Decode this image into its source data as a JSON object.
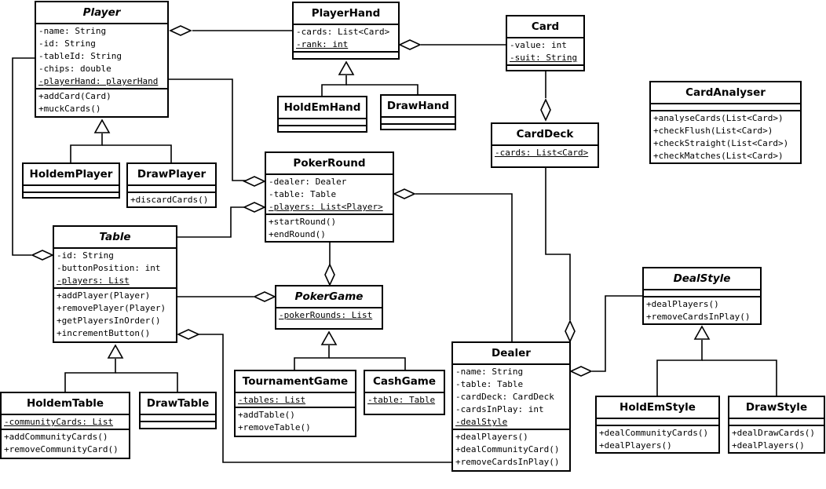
{
  "classes": {
    "player": {
      "name": "Player",
      "attrs": [
        "-name: String",
        "-id: String",
        "-tableId: String",
        "-chips: double",
        "-playerHand: playerHand"
      ],
      "ops": [
        "+addCard(Card)",
        "+muckCards()"
      ]
    },
    "playerhand": {
      "name": "PlayerHand",
      "attrs": [
        "-cards: List<Card>",
        "-rank: int"
      ],
      "ops": []
    },
    "card": {
      "name": "Card",
      "attrs": [
        "-value: int",
        "-suit: String"
      ],
      "ops": []
    },
    "cardanalyser": {
      "name": "CardAnalyser",
      "attrs": [],
      "ops": [
        "+analyseCards(List<Card>)",
        "+checkFlush(List<Card>)",
        "+checkStraight(List<Card>)",
        "+checkMatches(List<Card>)"
      ]
    },
    "holdemhand": {
      "name": "HoldEmHand",
      "attrs": [],
      "ops": []
    },
    "drawhand": {
      "name": "DrawHand",
      "attrs": [],
      "ops": []
    },
    "carddeck": {
      "name": "CardDeck",
      "attrs": [
        "-cards: List<Card>"
      ],
      "ops": []
    },
    "holdemplayer": {
      "name": "HoldemPlayer",
      "attrs": [],
      "ops": []
    },
    "drawplayer": {
      "name": "DrawPlayer",
      "attrs": [],
      "ops": [
        "+discardCards()"
      ]
    },
    "pokerround": {
      "name": "PokerRound",
      "attrs": [
        "-dealer: Dealer",
        "-table: Table",
        "-players: List<Player>"
      ],
      "ops": [
        "+startRound()",
        "+endRound()"
      ]
    },
    "table": {
      "name": "Table",
      "attrs": [
        "-id: String",
        "-buttonPosition: int",
        "-players: List"
      ],
      "ops": [
        "+addPlayer(Player)",
        "+removePlayer(Player)",
        "+getPlayersInOrder()",
        "+incrementButton()"
      ]
    },
    "pokergame": {
      "name": "PokerGame",
      "attrs": [
        "-pokerRounds: List"
      ],
      "ops": []
    },
    "dealstyle": {
      "name": "DealStyle",
      "attrs": [],
      "ops": [
        "+dealPlayers()",
        "+removeCardsInPlay()"
      ]
    },
    "tournamentgame": {
      "name": "TournamentGame",
      "attrs": [
        "-tables: List"
      ],
      "ops": [
        "+addTable()",
        "+removeTable()"
      ]
    },
    "cashgame": {
      "name": "CashGame",
      "attrs": [
        "-table: Table"
      ],
      "ops": []
    },
    "dealer": {
      "name": "Dealer",
      "attrs": [
        "-name: String",
        "-table: Table",
        "-cardDeck: CardDeck",
        "-cardsInPlay: int",
        "-dealStyle"
      ],
      "ops": [
        "+dealPlayers()",
        "+dealCommunityCard()",
        "+removeCardsInPlay()"
      ]
    },
    "holdemstyle": {
      "name": "HoldEmStyle",
      "attrs": [],
      "ops": [
        "+dealCommunityCards()",
        "+dealPlayers()"
      ]
    },
    "drawstyle": {
      "name": "DrawStyle",
      "attrs": [],
      "ops": [
        "+dealDrawCards()",
        "+dealPlayers()"
      ]
    },
    "holdemtable": {
      "name": "HoldemTable",
      "attrs": [
        "-communityCards: List"
      ],
      "ops": [
        "+addCommunityCards()",
        "+removeCommunityCard()"
      ]
    },
    "drawtable": {
      "name": "DrawTable",
      "attrs": [],
      "ops": []
    }
  }
}
